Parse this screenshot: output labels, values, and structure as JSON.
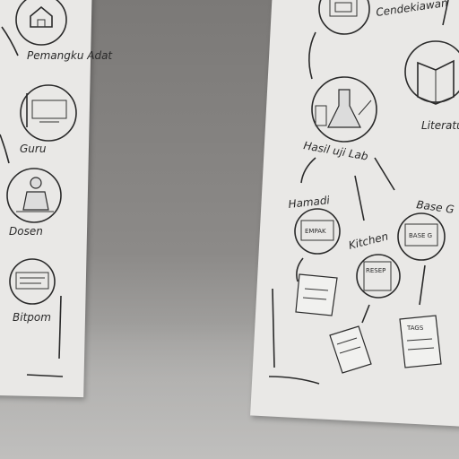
{
  "left_poster": {
    "labels": [
      "Pemangku Adat",
      "Guru",
      "Dosen",
      "Bitpom"
    ],
    "icons": [
      "house-icon",
      "classroom-icon",
      "lecturer-icon",
      "document-icon"
    ]
  },
  "right_poster": {
    "labels": {
      "top": "Cendekiawan",
      "literatur": "Literatur",
      "hasil_uji_lab": "Hasil uji Lab",
      "hamadi": "Hamadi",
      "base_g": "Base G",
      "kitchen": "Kitchen",
      "tags": "TAGS"
    },
    "badges": {
      "hamadi": "EMPAK",
      "base_g": "BASE G",
      "kitchen": "RESEP"
    },
    "icons": [
      "framed-picture-icon",
      "book-icon",
      "lab-flask-icon",
      "product-label-icon",
      "recipe-card-icon",
      "note-icon"
    ]
  }
}
